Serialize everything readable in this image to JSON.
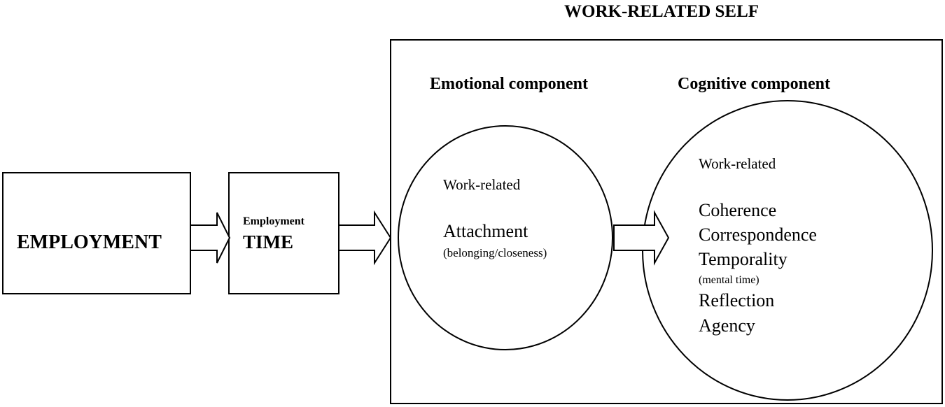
{
  "title": "WORK-RELATED SELF",
  "employment_box": {
    "label": "EMPLOYMENT"
  },
  "time_box": {
    "small_label": "Employment",
    "large_label": "TIME"
  },
  "emotional": {
    "heading": "Emotional component",
    "prefix": "Work-related",
    "main": "Attachment",
    "sub": "(belonging/closeness)"
  },
  "cognitive": {
    "heading": "Cognitive component",
    "prefix": "Work-related",
    "items": [
      "Coherence",
      "Correspondence",
      "Temporality",
      "Reflection",
      "Agency"
    ],
    "temporality_note": "(mental time)"
  },
  "colors": {
    "stroke": "#000000",
    "background": "#ffffff"
  }
}
